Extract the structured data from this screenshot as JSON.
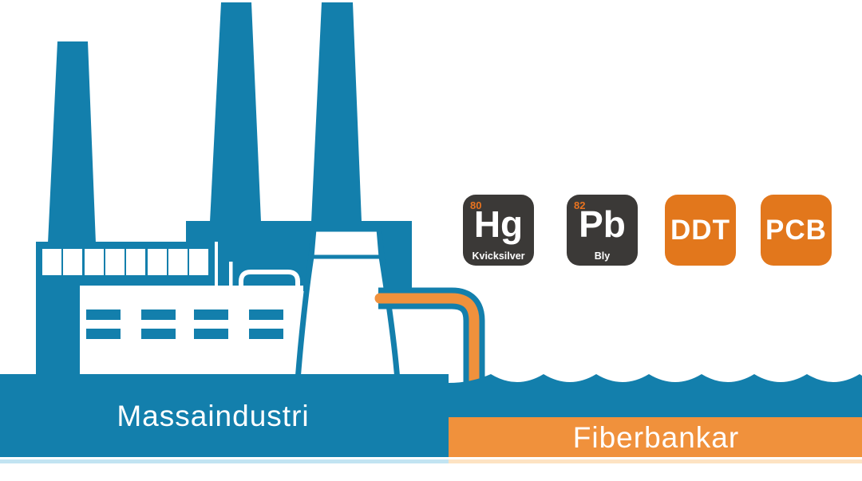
{
  "scene": {
    "factory_label": "Massaindustri",
    "sediment_label": "Fiberbankar"
  },
  "pollutants": [
    {
      "type": "element",
      "number": "80",
      "symbol": "Hg",
      "name": "Kvicksilver"
    },
    {
      "type": "element",
      "number": "82",
      "symbol": "Pb",
      "name": "Bly"
    },
    {
      "type": "compound",
      "symbol": "DDT"
    },
    {
      "type": "compound",
      "symbol": "PCB"
    }
  ],
  "colors": {
    "blue": "#137fac",
    "orange": "#f0913c",
    "badgeOrange": "#e2771c",
    "badgeAccent": "#e8731f",
    "dark": "#3b3937",
    "lightBlue": "#c2e4f2",
    "lightOrange": "#fde3c3"
  }
}
